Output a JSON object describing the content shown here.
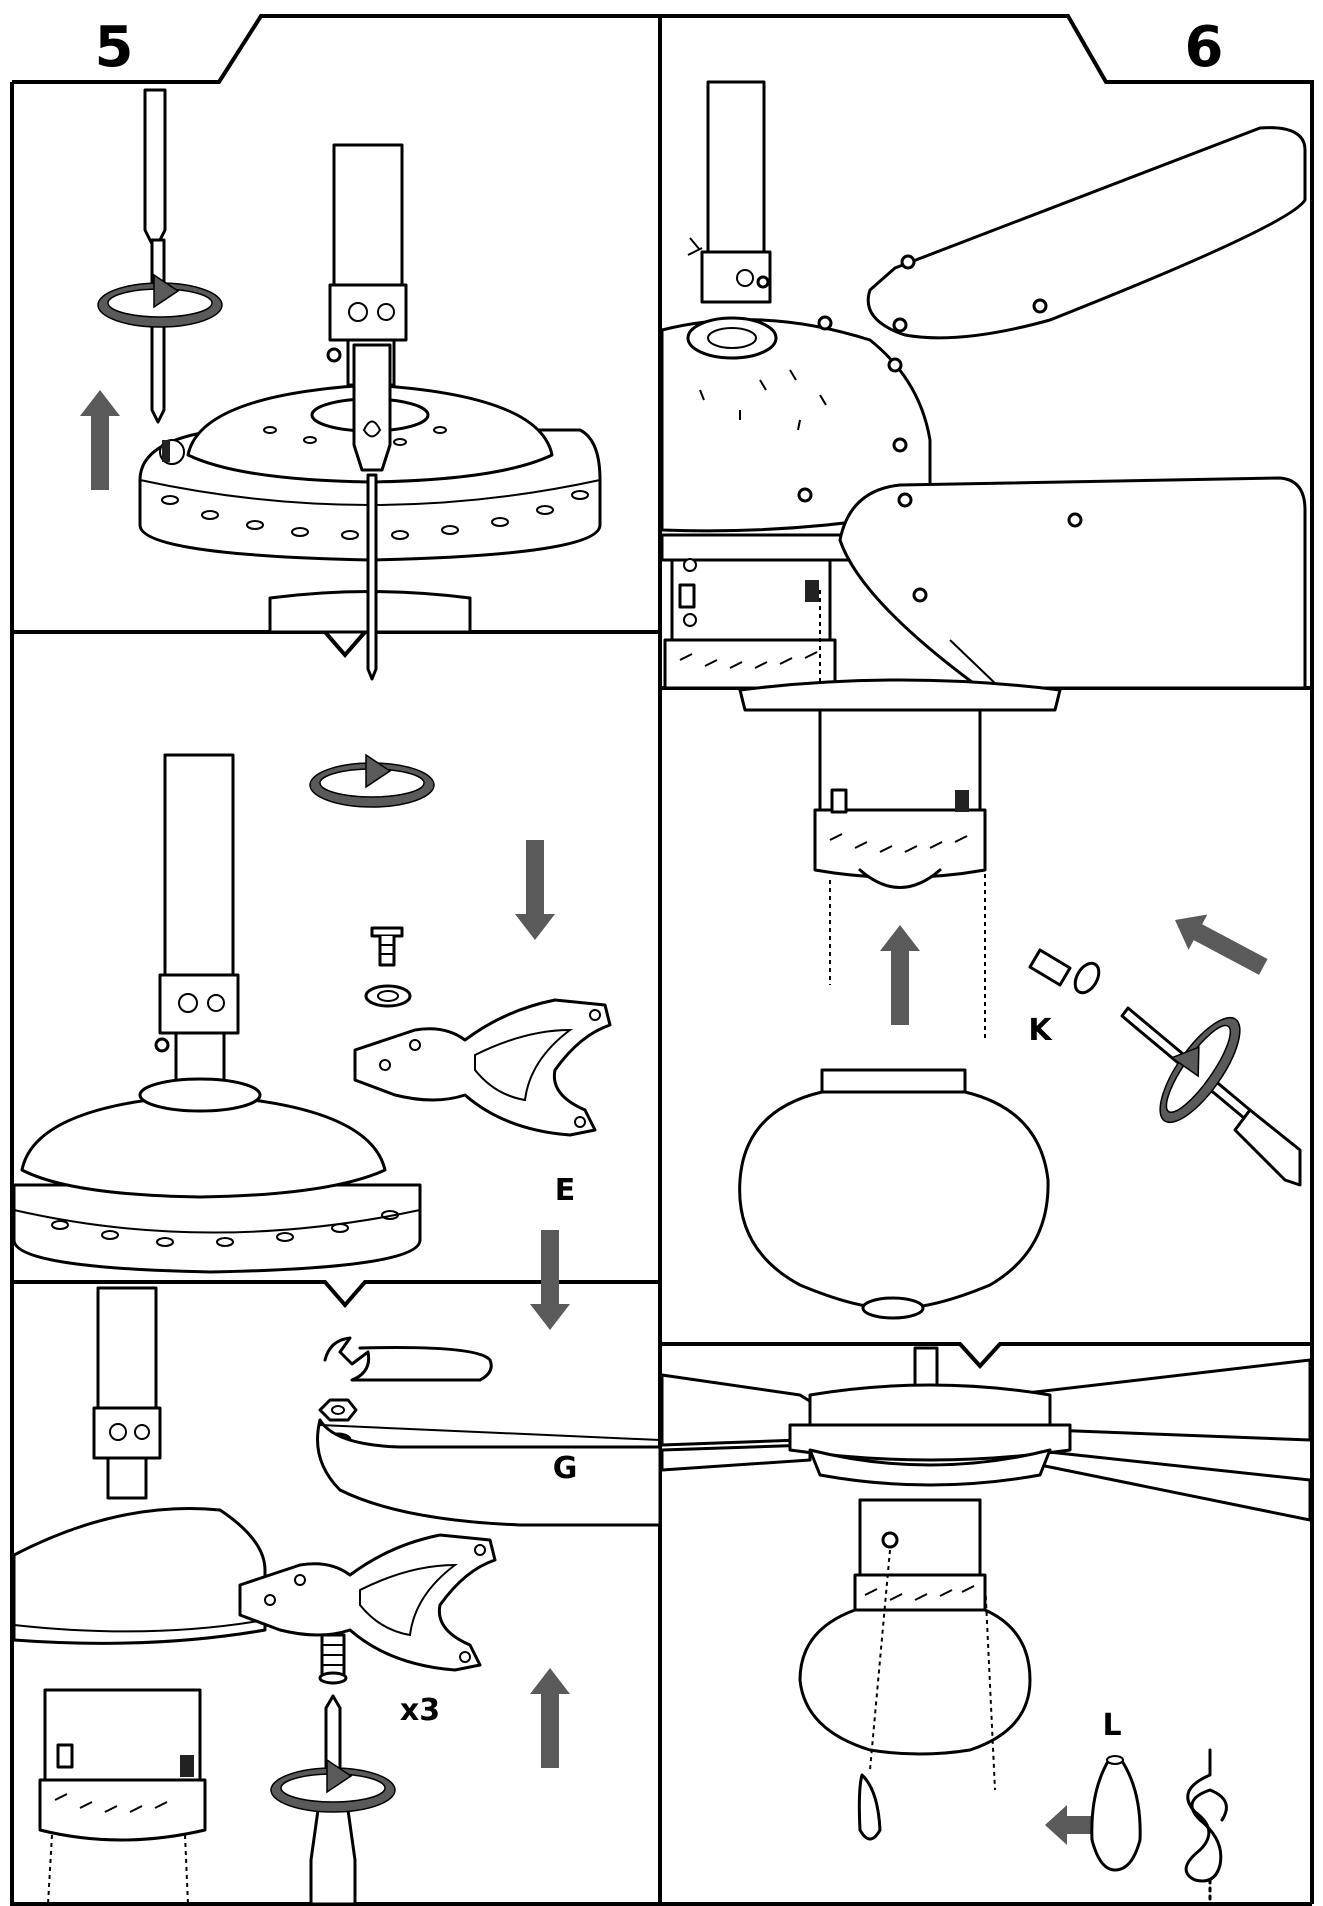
{
  "steps": [
    {
      "number": "5"
    },
    {
      "number": "6"
    }
  ],
  "labels": {
    "E": "E",
    "G": "G",
    "x3": "x3",
    "K": "K",
    "L": "L"
  },
  "colors": {
    "line": "#000000",
    "arrow": "#5a5a5a",
    "background": "#ffffff"
  },
  "icons": [
    "screwdriver-icon",
    "rotation-arrow-icon",
    "direction-arrow-icon",
    "wrench-icon",
    "knot-icon"
  ]
}
